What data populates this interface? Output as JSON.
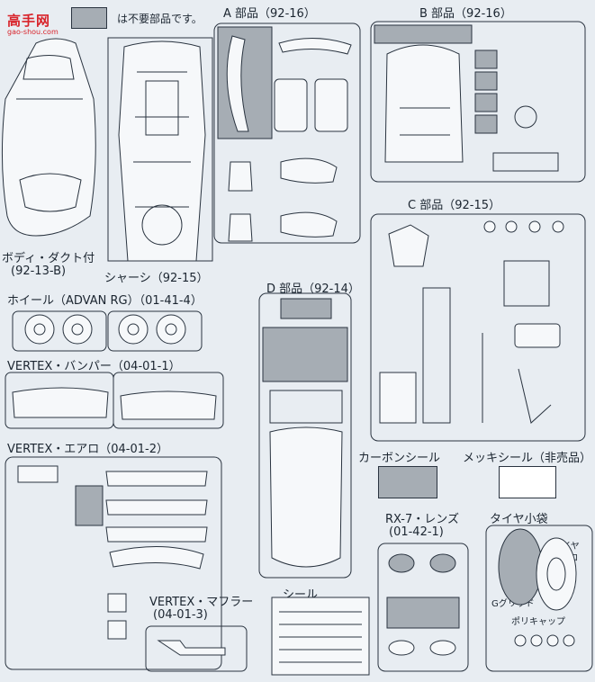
{
  "watermark": {
    "title": "高手网",
    "url": "gao-shou.com"
  },
  "legend_note": "は不要部品です。",
  "sections": {
    "a_parts": "A 部品（92-16）",
    "b_parts": "B 部品（92-16）",
    "c_parts": "C 部品（92-15）",
    "d_parts": "D 部品（92-14）",
    "body_duct": "ボディ・ダクト付",
    "body_code": "(92-13-B)",
    "chassis": "シャーシ（92-15）",
    "wheel": "ホイール（ADVAN RG）（01-41-4）",
    "bumper": "VERTEX・バンパー（04-01-1）",
    "aero": "VERTEX・エアロ（04-01-2）",
    "muffler_title": "VERTEX・マフラー",
    "muffler_code": "(04-01-3)",
    "seal": "シール",
    "carbon_seal": "カーボンシール",
    "mekki_seal": "メッキシール（非売品）",
    "lens_title": "RX-7・レンズ",
    "lens_code": "(01-42-1)",
    "tire_bag": "タイヤ小袋",
    "tire_label": "タイヤ",
    "tire_count": "4コ",
    "grid_label": "Gグリッド",
    "polycap_label": "ポリキャップ"
  },
  "colors": {
    "unneeded": "#a6adb4",
    "line": "#2a3440",
    "background": "#e8edf2"
  }
}
